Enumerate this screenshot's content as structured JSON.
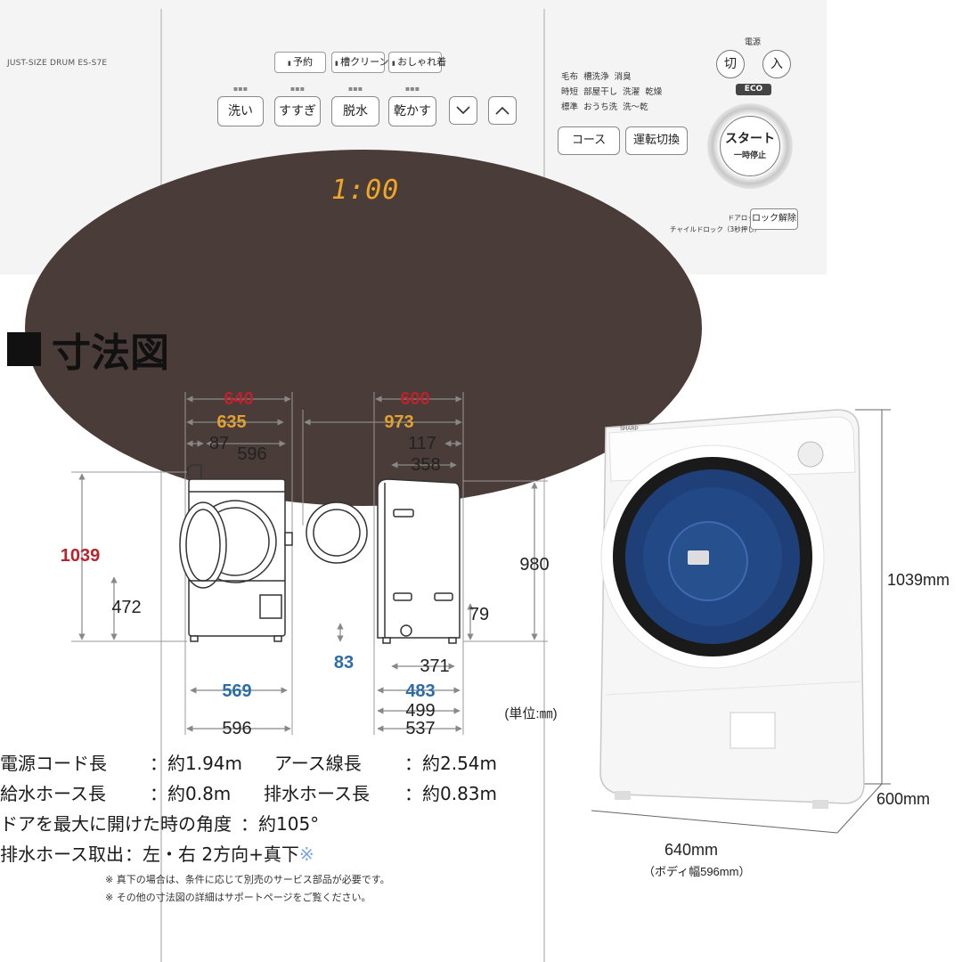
{
  "panel": {
    "model": "JUST-SIZE DRUM  ES-S7E",
    "top_buttons": [
      "予約",
      "槽クリーン",
      "おしゃれ着"
    ],
    "main_buttons": [
      "洗い",
      "すすぎ",
      "脱水",
      "乾かす"
    ],
    "timer": "1:00",
    "course_labels": [
      "毛布",
      "槽洗浄",
      "消臭",
      "時短",
      "部屋干し",
      "洗濯",
      "乾燥",
      "標準",
      "おうち洗",
      "洗～乾"
    ],
    "course_button": "コース",
    "mode_button": "運転切換",
    "power_label": "電源",
    "power_off": "切",
    "power_on": "入",
    "eco": "ECO",
    "start_line1": "スタート",
    "start_line2": "一時停止",
    "door_lock": "ドアロック",
    "child_lock": "チャイルドロック（3秒押し）",
    "lock_release": "ロック解除",
    "icons": [
      "chevron-down-icon",
      "chevron-up-icon"
    ]
  },
  "heading": "寸法図",
  "front_view": {
    "overall_width": "640",
    "width_2": "635",
    "offset_left": "87",
    "inner_width": "596",
    "height": "1039",
    "mid_height": "472",
    "base_width": "569",
    "bottom_width": "596"
  },
  "side_view": {
    "overall_width": "600",
    "open_depth": "973",
    "top_offset": "117",
    "top_depth": "358",
    "height": "980",
    "hose_height": "79",
    "foot_clearance": "83",
    "foot_depth": "371",
    "base_depth": "483",
    "body_depth": "499",
    "total_depth": "537",
    "unit": "(単位:㎜)"
  },
  "colors": {
    "red": "#b8242d",
    "orange": "#e1a032",
    "blue": "#2e6da4",
    "brand_drum": "#4a3c39",
    "timer": "#f0a628"
  },
  "specs": [
    {
      "label": "電源コード長",
      "value": "：約1.94m",
      "label2": "アース線長",
      "value2": "：約2.54m"
    },
    {
      "label": "給水ホース長",
      "value": "：約0.8m",
      "label2": "排水ホース長",
      "value2": "：約0.83m"
    },
    {
      "label": "ドアを最大に開けた時の角度",
      "value": "：約105°"
    },
    {
      "label": "排水ホース取出",
      "value": "：左・右 2方向+真下",
      "mark": "※"
    }
  ],
  "notes": [
    "※ 真下の場合は、条件に応じて別売のサービス部品が必要です。",
    "※ その他の寸法図の詳細はサポートページをご覧ください。"
  ],
  "photo": {
    "brand": "SHARP",
    "height": "1039mm",
    "depth": "600mm",
    "width": "640mm",
    "body_width": "（ボディ幅596mm）"
  }
}
